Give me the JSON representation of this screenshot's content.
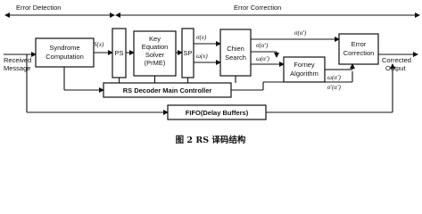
{
  "header": {
    "error_detection": "Error Detection",
    "error_correction": "Error Correction"
  },
  "inputs": {
    "received_line1": "Received",
    "received_line2": "Message"
  },
  "outputs": {
    "corrected_line1": "Corrected",
    "corrected_line2": "Output"
  },
  "blocks": {
    "syndrome_line1": "Syndrome",
    "syndrome_line2": "Computation",
    "ps": "PS",
    "keq_line1": "Key",
    "keq_line2": "Equation",
    "keq_line3": "Solver",
    "keq_line4": "(PrME)",
    "sp": "SP",
    "chien_line1": "Chien",
    "chien_line2": "Search",
    "forney_line1": "Forney",
    "forney_line2": "Algorithm",
    "errcorr_line1": "Error",
    "errcorr_line2": "Correction",
    "controller": "RS Decoder Main Controller",
    "fifo": "FIFO(Delay Buffers)"
  },
  "signals": {
    "s_x": "S(x)",
    "sigma_x": "σ(x)",
    "omega_x": "ω(x)",
    "sigma_a1": "σ(α')",
    "sigma_a2": "σ(α')",
    "omega_a": "ω(α')",
    "omega_a_out": "ω(α')",
    "sigma_prime_a": "σ'(α')"
  },
  "caption": "图 2  RS 译码结构"
}
